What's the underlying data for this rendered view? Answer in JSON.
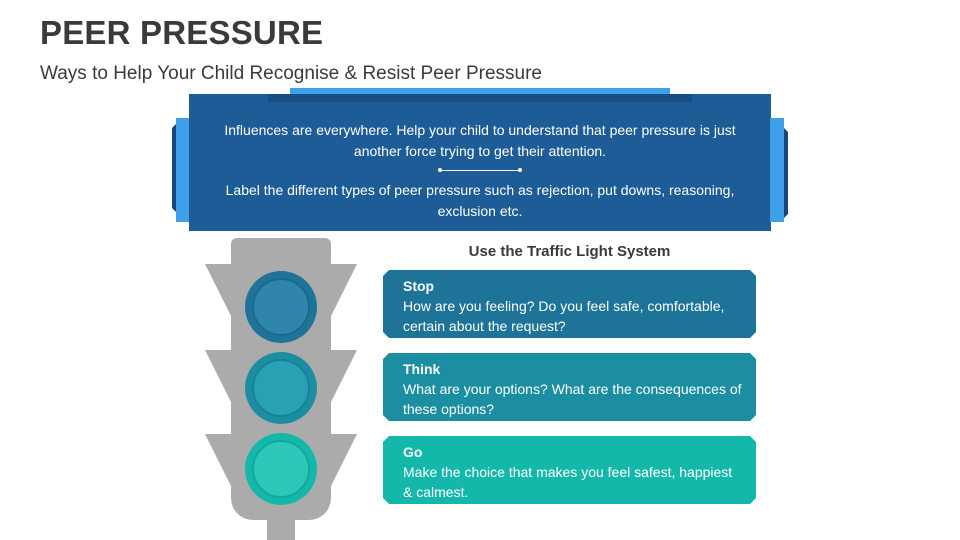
{
  "header": {
    "title": "PEER PRESSURE",
    "subtitle": "Ways to Help Your Child Recognise & Resist Peer Pressure"
  },
  "banner": {
    "text1": "Influences are everywhere. Help your child to understand that peer pressure is just another force trying to get their attention.",
    "text2": "Label the different types of peer pressure such as rejection, put downs, reasoning, exclusion etc."
  },
  "traffic_light": {
    "heading": "Use the Traffic Light System",
    "steps": [
      {
        "title": "Stop",
        "text": "How are you feeling? Do you feel safe, comfortable, certain about the request?",
        "color": "#1e7399"
      },
      {
        "title": "Think",
        "text": "What are your options? What are the consequences of these options?",
        "color": "#1b8ea2"
      },
      {
        "title": "Go",
        "text": "Make the choice that makes you feel safest, happiest & calmest.",
        "color": "#14b8aa"
      }
    ]
  },
  "colors": {
    "banner": "#1d5c96",
    "banner_accent": "#3fa0ea",
    "light_body": "#ababab",
    "light_stop": "#1e7399",
    "light_think": "#1b8ea2",
    "light_go": "#14b8aa"
  }
}
